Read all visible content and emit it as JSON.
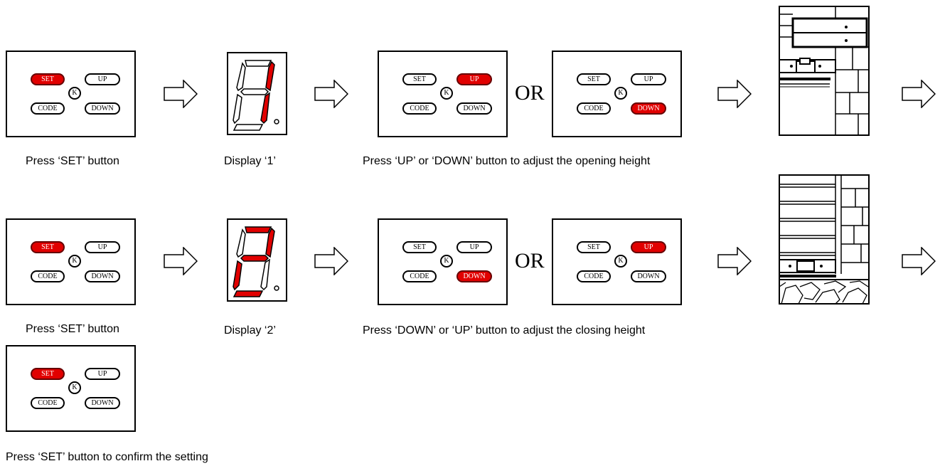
{
  "keypad_labels": {
    "set": "SET",
    "up": "UP",
    "code": "CODE",
    "down": "DOWN",
    "k": "K"
  },
  "or_text": "OR",
  "row1": {
    "captions": [
      "Press ‘SET’ button",
      "Display ‘1’",
      "Press ‘UP’ or ‘DOWN’ button to adjust the opening height"
    ],
    "display_digit": "1",
    "keypads": [
      {
        "highlighted": "set"
      },
      {
        "highlighted": "up"
      },
      {
        "highlighted": "down"
      }
    ]
  },
  "row2": {
    "captions": [
      "Press ‘SET’ button",
      "Display ‘2’",
      "Press ‘DOWN’ or ‘UP’ button to adjust the closing height"
    ],
    "display_digit": "2",
    "keypads": [
      {
        "highlighted": "set"
      },
      {
        "highlighted": "down"
      },
      {
        "highlighted": "up"
      }
    ]
  },
  "row3": {
    "captions": [
      "Press ‘SET’ button to confirm the setting"
    ],
    "keypads": [
      {
        "highlighted": "set"
      }
    ]
  },
  "colors": {
    "highlight": "#e10000",
    "line": "#000000"
  },
  "icons": [
    "right-arrow-icon",
    "seven-segment-display",
    "door-opening-scene",
    "door-closing-scene"
  ]
}
